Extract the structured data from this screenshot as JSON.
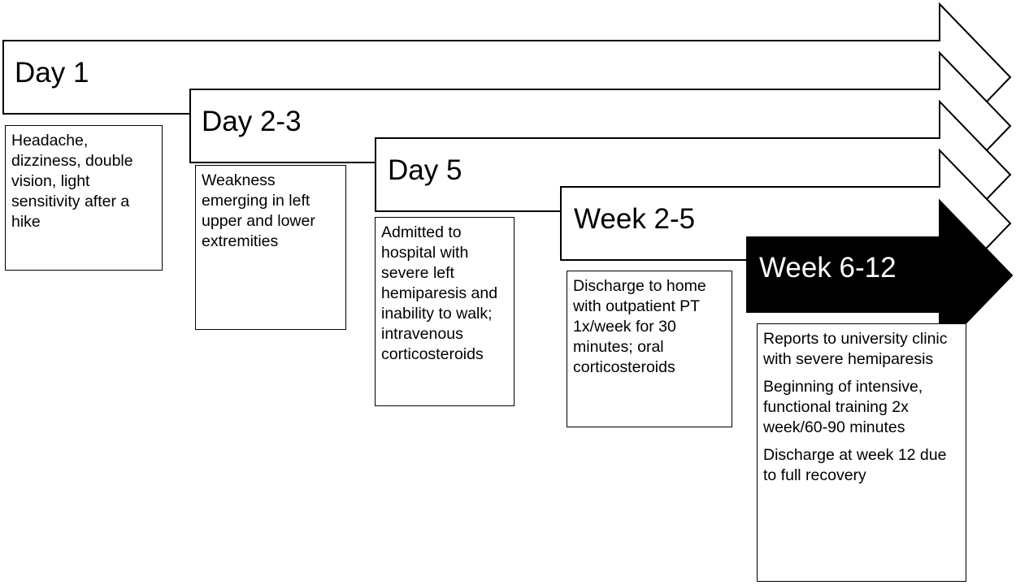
{
  "colors": {
    "outline": "#000000",
    "arrow_fill": "#ffffff",
    "highlight_fill": "#000000",
    "highlight_text": "#ffffff"
  },
  "stages": [
    {
      "label": "Day 1",
      "highlight": false,
      "notes": [
        "Headache, dizziness, double vision, light sensitivity after a hike"
      ]
    },
    {
      "label": "Day 2-3",
      "highlight": false,
      "notes": [
        "Weakness emerging  in left upper and lower extremities"
      ]
    },
    {
      "label": "Day 5",
      "highlight": false,
      "notes": [
        "Admitted to hospital with severe left hemiparesis and inability to walk; intravenous corticosteroids"
      ]
    },
    {
      "label": "Week 2-5",
      "highlight": false,
      "notes": [
        "Discharge to home with outpatient PT 1x/week for 30 minutes; oral corticosteroids"
      ]
    },
    {
      "label": "Week 6-12",
      "highlight": true,
      "notes": [
        "Reports to university clinic with severe hemiparesis",
        "Beginning of intensive, functional training 2x week/60-90 minutes",
        "Discharge  at week 12 due to full recovery"
      ]
    }
  ]
}
